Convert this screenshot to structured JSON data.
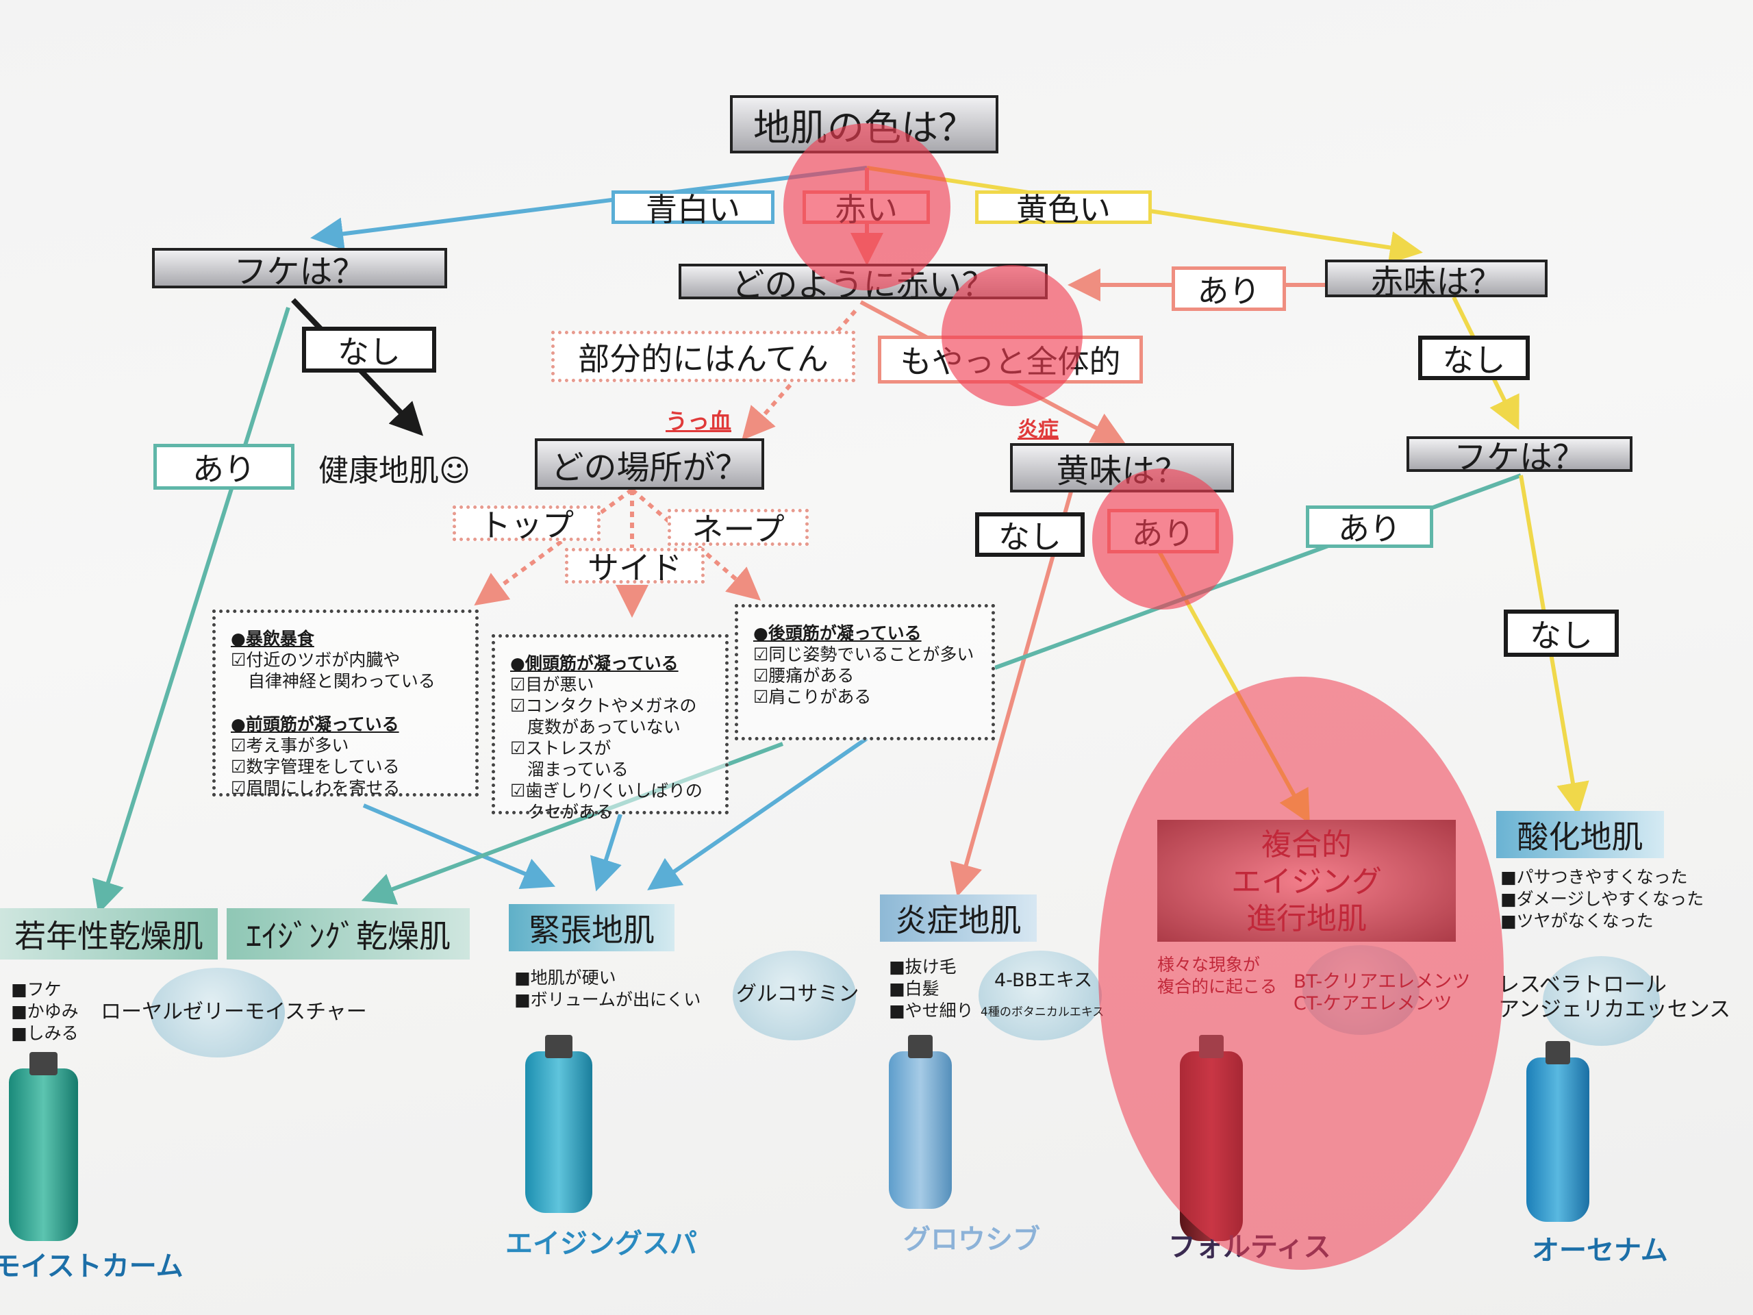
{
  "questions": {
    "root": "地肌の色は？",
    "dandruff_left": "フケは？",
    "how_red": "どのように赤い？",
    "redness": "赤味は？",
    "where": "どの場所が？",
    "yellowness": "黄味は？",
    "dandruff_right": "フケは？"
  },
  "answers": {
    "pale": "青白い",
    "red": "赤い",
    "yellow": "黄色い",
    "yes_redness": "あり",
    "no_left": "なし",
    "partial": "部分的にはんてん",
    "overall": "もやっと全体的",
    "no_redness": "なし",
    "yes_left": "あり",
    "healthy": "健康地肌☺",
    "congestion": "うっ血",
    "inflammation": "炎症",
    "top": "トップ",
    "nape": "ネープ",
    "side": "サイド",
    "no_yellow": "なし",
    "yes_yellow": "あり",
    "yes_right": "あり",
    "no_right": "なし"
  },
  "checklists": {
    "box1": {
      "h1": "●暴飲暴食",
      "i1": [
        "☑付近のツボが内臓や",
        "　自律神経と関わっている"
      ],
      "h2": "●前頭筋が凝っている",
      "i2": [
        "☑考え事が多い",
        "☑数字管理をしている",
        "☑眉間にしわを寄せる"
      ]
    },
    "box2": {
      "h1": "●側頭筋が凝っている",
      "i1": [
        "☑目が悪い",
        "☑コンタクトやメガネの",
        "　度数があっていない",
        "☑ストレスが",
        "　溜まっている",
        "☑歯ぎしり/くいしばりの",
        "　クセがある"
      ]
    },
    "box3": {
      "h1": "●後頭筋が凝っている",
      "i1": [
        "☑同じ姿勢でいることが多い",
        "☑腰痛がある",
        "☑肩こりがある"
      ]
    }
  },
  "types": {
    "juvenile_dry": {
      "name": "若年性乾燥肌",
      "bullets": [
        "■フケ",
        "■かゆみ",
        "■しみる"
      ],
      "ingredient": "ローヤルゼリーモイスチャー",
      "product": "モイストカーム"
    },
    "aging_dry": {
      "name": "ｴｲｼﾞﾝｸﾞ乾燥肌"
    },
    "tension": {
      "name": "緊張地肌",
      "bullets": [
        "■地肌が硬い",
        "■ボリュームが出にくい"
      ],
      "ingredient": "グルコサミン",
      "product": "エイジングスパ"
    },
    "inflamed": {
      "name": "炎症地肌",
      "bullets": [
        "■抜け毛",
        "■白髪",
        "■やせ細り"
      ],
      "ingredient": "4-BBエキス",
      "ingredient_sub": "4種のボタニカルエキス",
      "product": "グロウシブ"
    },
    "complex": {
      "name": [
        "複合的",
        "エイジング",
        "進行地肌"
      ],
      "desc": [
        "様々な現象が",
        "複合的に起こる"
      ],
      "ingredient": [
        "BT-クリアエレメンツ",
        "CT-ケアエレメンツ"
      ],
      "product": "フォルティス"
    },
    "oxidized": {
      "name": "酸化地肌",
      "bullets": [
        "■パサつきやすくなった",
        "■ダメージしやすくなった",
        "■ツヤがなくなった"
      ],
      "ingredient": [
        "レスベラトロール",
        "アンジェリカエッセンス"
      ],
      "product": "オーセナム"
    }
  },
  "colors": {
    "blue": "#5aaed6",
    "red": "#ef8e80",
    "yellow": "#f0d84a",
    "teal": "#5fb6a8",
    "highlight": "#f03c50"
  }
}
